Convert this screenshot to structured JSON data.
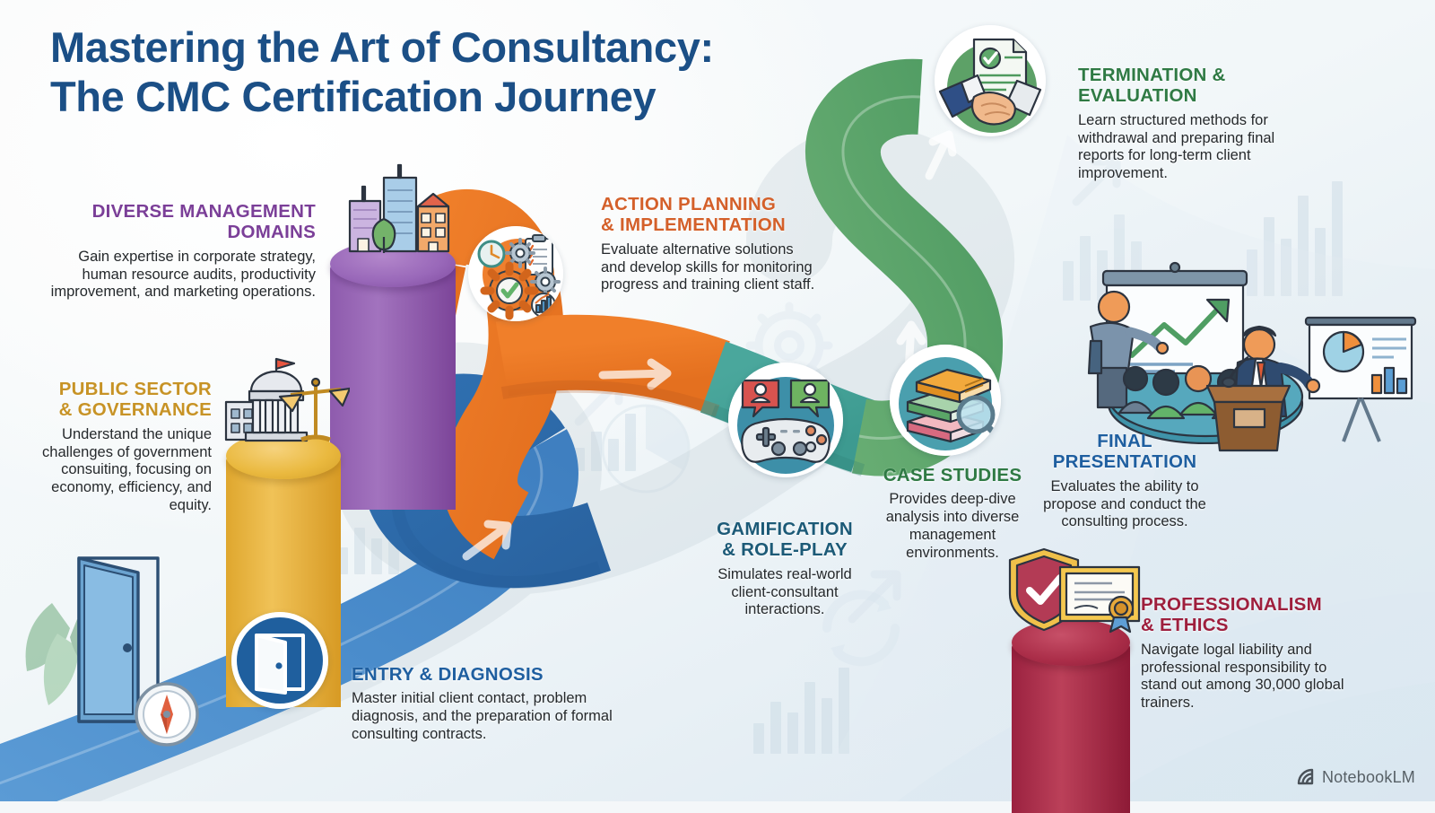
{
  "title": {
    "line1": "Mastering the Art of Consultancy:",
    "line2": "The CMC Certification Journey",
    "color": "#1b4f86"
  },
  "watermark": {
    "label": "NotebookLM",
    "icon": "notebooklm-spiral-icon"
  },
  "colors": {
    "purple": "#7b3f98",
    "gold": "#c79326",
    "orange": "#d4602a",
    "green": "#2f7a44",
    "blue": "#1f5fa0",
    "teal": "#1c5a77",
    "crimson": "#9e1f3d",
    "casegreen": "#2f7a44",
    "background": "#f2f7f9"
  },
  "steps": [
    {
      "id": "diverse-management-domains",
      "heading": "DIVERSE MANAGEMENT DOMAINS",
      "body": "Gain expertise in corporate strategy, human resource audits, productivity improvement, and marketing operations.",
      "color": "#7b3f98",
      "align": "right",
      "icon": "city-skyline-icon"
    },
    {
      "id": "public-sector-governance",
      "heading": "PUBLIC SECTOR & GOVERNANCE",
      "body": "Understand the unique challenges of government consuiting, focusing on economy, efficiency, and equity.",
      "color": "#c79326",
      "align": "right",
      "icon": "government-scales-icon"
    },
    {
      "id": "action-planning-implementation",
      "heading": "ACTION PLANNING & IMPLEMENTATION",
      "body": "Evaluate alternative solutions and develop skills for monitoring progress and training client staff.",
      "color": "#d4602a",
      "align": "left",
      "icon": "gears-checklist-icon"
    },
    {
      "id": "termination-evaluation",
      "heading": "TERMINATION & EVALUATION",
      "body": "Learn structured methods for withdrawal and preparing final reports for long-term client improvement.",
      "color": "#2f7a44",
      "align": "left",
      "icon": "handshake-document-icon"
    },
    {
      "id": "entry-diagnosis",
      "heading": "ENTRY & DIAGNOSIS",
      "body": "Master initial client contact, problem diagnosis, and the preparation of formal consulting contracts.",
      "color": "#1f5fa0",
      "align": "left",
      "icon": "open-door-icon"
    },
    {
      "id": "gamification-role-play",
      "heading": "GAMIFICATION & ROLE-PLAY",
      "body": "Simulates real-world client-consultant interactions.",
      "color": "#1c5a77",
      "align": "center",
      "icon": "gamepad-chat-icon"
    },
    {
      "id": "case-studies",
      "heading": "CASE STUDIES",
      "body": "Provides deep-dive analysis into diverse management environments.",
      "color": "#2f7a44",
      "align": "center",
      "icon": "books-magnifier-icon"
    },
    {
      "id": "final-presentation",
      "heading": "FINAL PRESENTATION",
      "body": "Evaluates the ability to propose and conduct the consulting process.",
      "color": "#1f5fa0",
      "align": "center",
      "icon": "presenter-audience-icon"
    },
    {
      "id": "professionalism-ethics",
      "heading": "PROFESSIONALISM & ETHICS",
      "body": "Navigate logal liability and professional responsibility to stand out among 30,000 global trainers.",
      "color": "#9e1f3d",
      "align": "left",
      "icon": "shield-certificate-icon"
    }
  ],
  "headings_split": {
    "diverse": [
      "DIVERSE MANAGEMENT",
      "DOMAINS"
    ],
    "public": [
      "PUBLIC SECTOR",
      "& GOVERNANCE"
    ],
    "action": [
      "ACTION PLANNING",
      "& IMPLEMENTATION"
    ],
    "termination": [
      "TERMINATION &",
      "EVALUATION"
    ],
    "gamification": [
      "GAMIFICATION",
      "& ROLE-PLAY"
    ],
    "final": [
      "FINAL",
      "PRESENTATION"
    ],
    "ethics": [
      "PROFESSIONALISM",
      "& ETHICS"
    ]
  }
}
